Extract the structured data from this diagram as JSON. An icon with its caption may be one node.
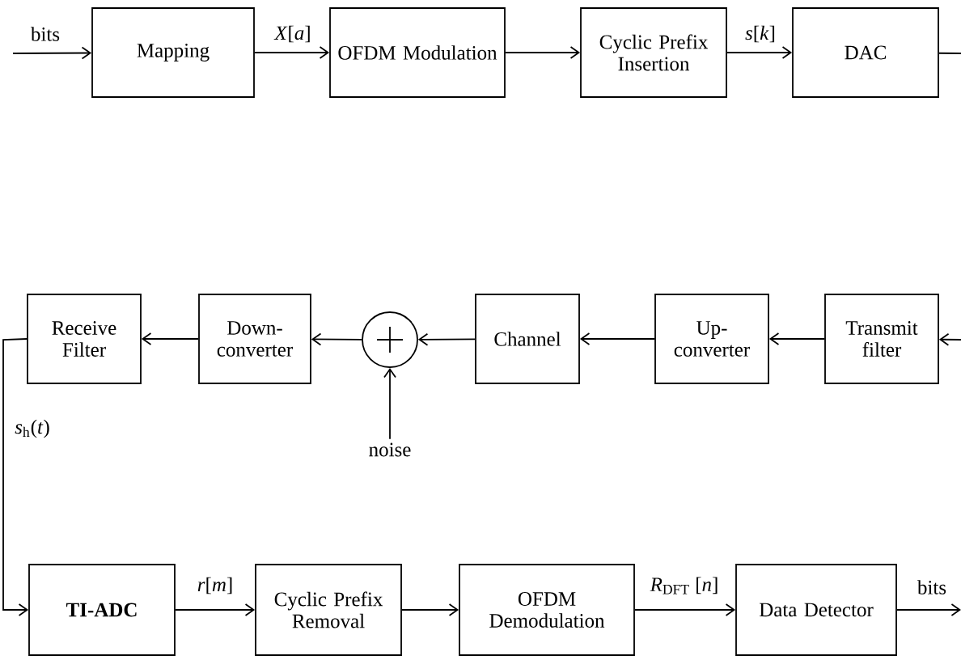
{
  "diagram": {
    "nodes": [
      {
        "text": [
          "Mapping"
        ]
      },
      {
        "text": [
          "OFDM Modulation"
        ]
      },
      {
        "text": [
          "Cyclic Prefix Insertion"
        ]
      },
      {
        "text": [
          "DAC"
        ]
      },
      {
        "text": [
          "Receive Filter"
        ]
      },
      {
        "text": [
          "Down-converter"
        ]
      },
      {
        "text": [],
        "shape": "circle"
      },
      {
        "text": [
          "Channel"
        ]
      },
      {
        "text": [
          "Up-converter"
        ]
      },
      {
        "text": [
          "Transmit filter"
        ]
      },
      {
        "text": [
          "noise"
        ]
      },
      {
        "text": [
          "TI-ADC"
        ]
      },
      {
        "text": [
          "Cyclic Prefix Removal"
        ]
      },
      {
        "text": [
          "OFDM Demodulation"
        ]
      },
      {
        "text": [
          "Data Detector"
        ]
      }
    ],
    "edges": [
      {
        "from": null,
        "to": 0,
        "arrow": "to",
        "label": "bits"
      },
      {
        "from": 0,
        "to": 1,
        "arrow": "to",
        "label": "*X*[*a*]"
      },
      {
        "from": 1,
        "to": 2,
        "arrow": "to"
      },
      {
        "from": 2,
        "to": 3,
        "arrow": "to",
        "label": "*s*[*k*]"
      },
      {
        "from": 3,
        "to": null,
        "arrow": "none"
      },
      {
        "from": null,
        "to": 9,
        "arrow": "to"
      },
      {
        "from": 9,
        "to": 8,
        "arrow": "to"
      },
      {
        "from": 8,
        "to": 7,
        "arrow": "to"
      },
      {
        "from": 7,
        "to": 6,
        "arrow": "to"
      },
      {
        "from": 10,
        "to": 6,
        "arrow": "to"
      },
      {
        "from": 6,
        "to": 5,
        "arrow": "to"
      },
      {
        "from": 5,
        "to": 4,
        "arrow": "to"
      },
      {
        "from": 4,
        "to": 11,
        "arrow": "to",
        "label": "*s*$_{h}$(*t*)"
      },
      {
        "from": 11,
        "to": 12,
        "arrow": "to",
        "label": "*r*[*m*]"
      },
      {
        "from": 12,
        "to": 13,
        "arrow": "to"
      },
      {
        "from": 13,
        "to": 14,
        "arrow": "to",
        "label": "*R*$_{DFT}$ [*n*]"
      },
      {
        "from": 14,
        "to": null,
        "arrow": "to",
        "label": "bits"
      }
    ]
  }
}
